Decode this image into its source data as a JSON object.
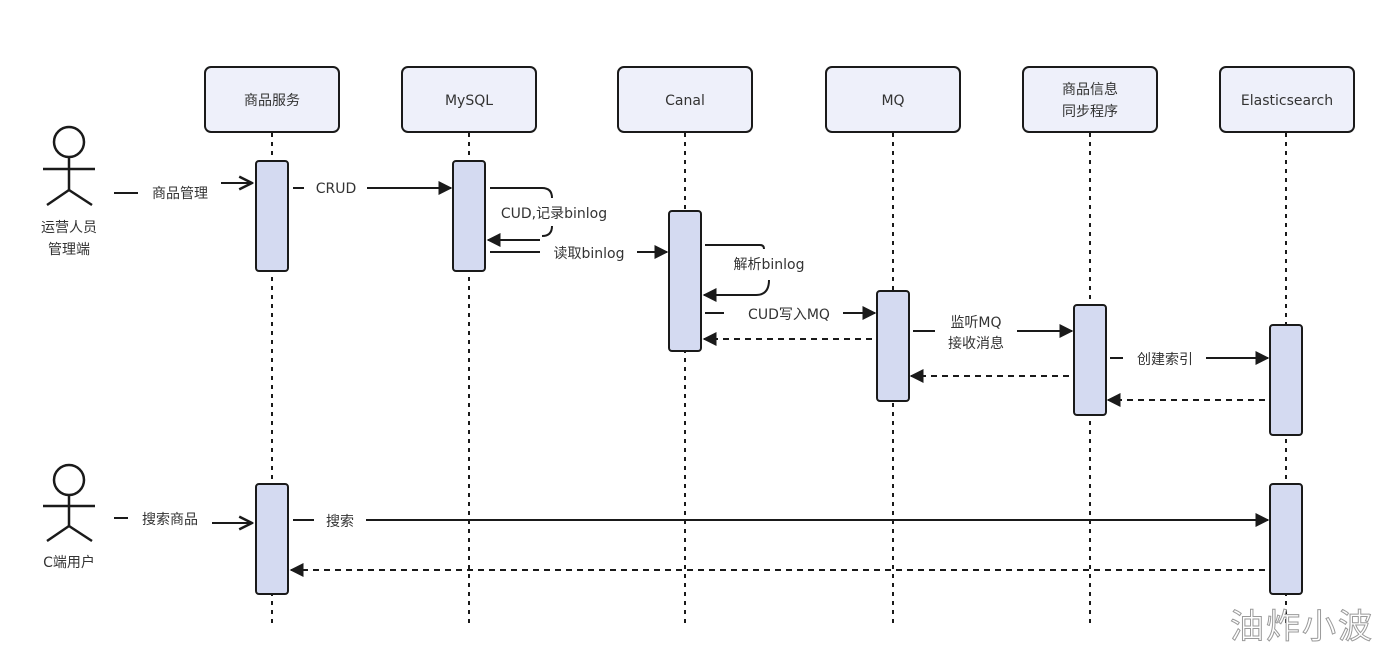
{
  "diagram": {
    "type": "sequence",
    "participants": [
      {
        "id": "goods",
        "lines": [
          "商品服务"
        ]
      },
      {
        "id": "mysql",
        "lines": [
          "MySQL"
        ]
      },
      {
        "id": "canal",
        "lines": [
          "Canal"
        ]
      },
      {
        "id": "mq",
        "lines": [
          "MQ"
        ]
      },
      {
        "id": "sync",
        "lines": [
          "商品信息",
          "同步程序"
        ]
      },
      {
        "id": "es",
        "lines": [
          "Elasticsearch"
        ]
      }
    ],
    "actors": [
      {
        "id": "admin",
        "lines": [
          "运营人员",
          "管理端"
        ]
      },
      {
        "id": "cuser",
        "lines": [
          "C端用户"
        ]
      }
    ],
    "messages": [
      {
        "from": "admin",
        "to": "goods",
        "label": [
          "商品管理"
        ],
        "style": "open-arrow"
      },
      {
        "from": "goods",
        "to": "mysql",
        "label": [
          "CRUD"
        ],
        "style": "solid"
      },
      {
        "from": "mysql",
        "to": "mysql",
        "label": [
          "CUD,记录binlog"
        ],
        "style": "self"
      },
      {
        "from": "mysql",
        "to": "canal",
        "label": [
          "读取binlog"
        ],
        "style": "solid"
      },
      {
        "from": "canal",
        "to": "canal",
        "label": [
          "解析binlog"
        ],
        "style": "self"
      },
      {
        "from": "canal",
        "to": "mq",
        "label": [
          "CUD写入MQ"
        ],
        "style": "solid"
      },
      {
        "from": "mq",
        "to": "canal",
        "label": [],
        "style": "dashed-return"
      },
      {
        "from": "mq",
        "to": "sync",
        "label": [
          "监听MQ",
          "接收消息"
        ],
        "style": "solid"
      },
      {
        "from": "sync",
        "to": "mq",
        "label": [],
        "style": "dashed-return"
      },
      {
        "from": "sync",
        "to": "es",
        "label": [
          "创建索引"
        ],
        "style": "solid"
      },
      {
        "from": "es",
        "to": "sync",
        "label": [],
        "style": "dashed-return"
      },
      {
        "from": "cuser",
        "to": "goods",
        "label": [
          "搜索商品"
        ],
        "style": "open-arrow"
      },
      {
        "from": "goods",
        "to": "es",
        "label": [
          "搜索"
        ],
        "style": "solid"
      },
      {
        "from": "es",
        "to": "goods",
        "label": [],
        "style": "dashed-return"
      }
    ]
  },
  "watermark": "油炸小波"
}
